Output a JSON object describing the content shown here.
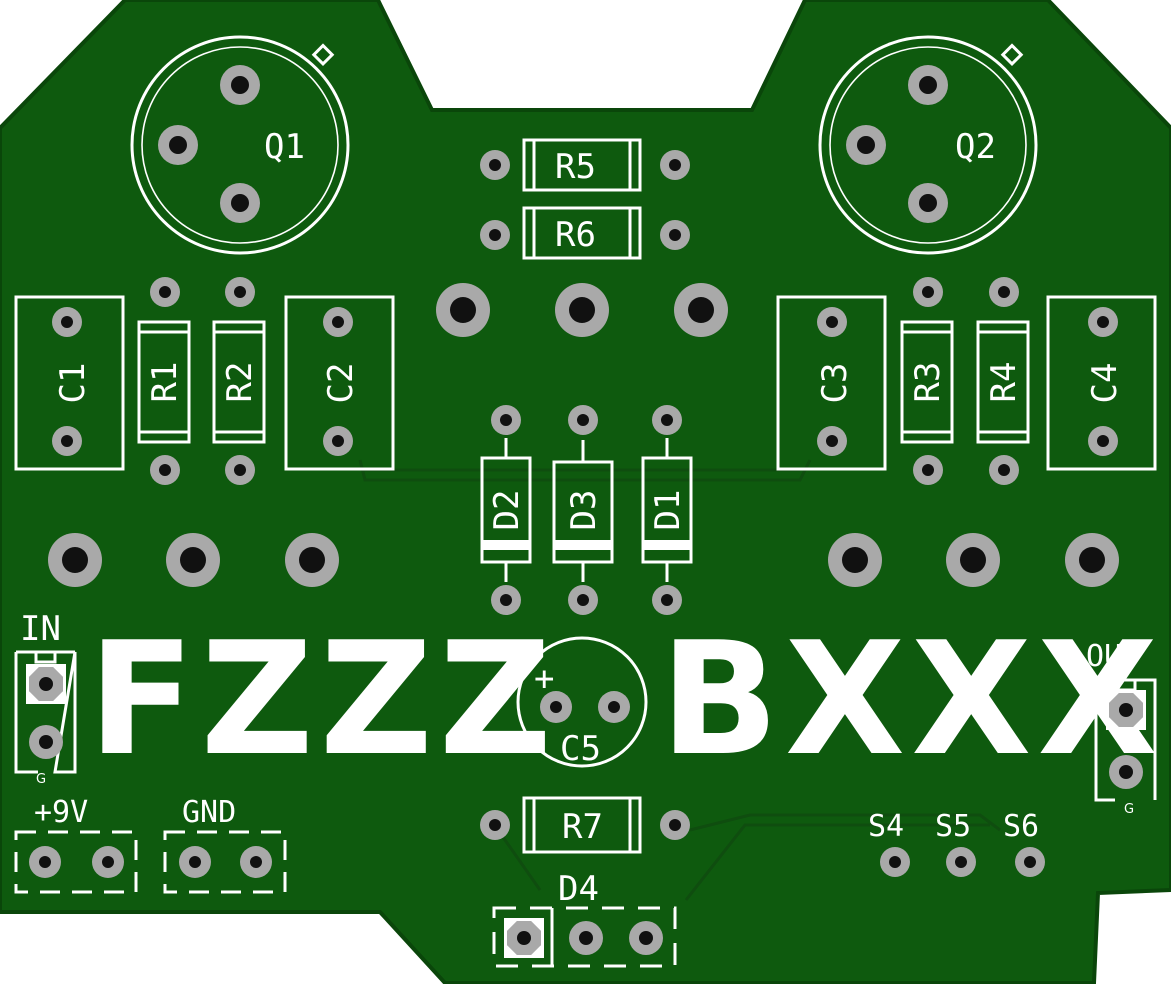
{
  "board": {
    "colors": {
      "board": "#0e5a0e",
      "edge": "#0a460a",
      "silkscreen": "#ffffff",
      "pad": "#a9a9a9",
      "hole": "#111111"
    },
    "logo": {
      "left": "FZZZ",
      "right": "BXXX"
    },
    "labels": {
      "q1": "Q1",
      "q2": "Q2",
      "r1": "R1",
      "r2": "R2",
      "r3": "R3",
      "r4": "R4",
      "r5": "R5",
      "r6": "R6",
      "r7": "R7",
      "c1": "C1",
      "c2": "C2",
      "c3": "C3",
      "c4": "C4",
      "c5": "C5",
      "c5_plus": "+",
      "d1": "D1",
      "d2": "D2",
      "d3": "D3",
      "d4": "D4",
      "in": "IN",
      "out": "OUT",
      "v9": "+9V",
      "gnd": "GND",
      "s4": "S4",
      "s5": "S5",
      "s6": "S6",
      "g_in": "G",
      "g_out": "G"
    }
  }
}
